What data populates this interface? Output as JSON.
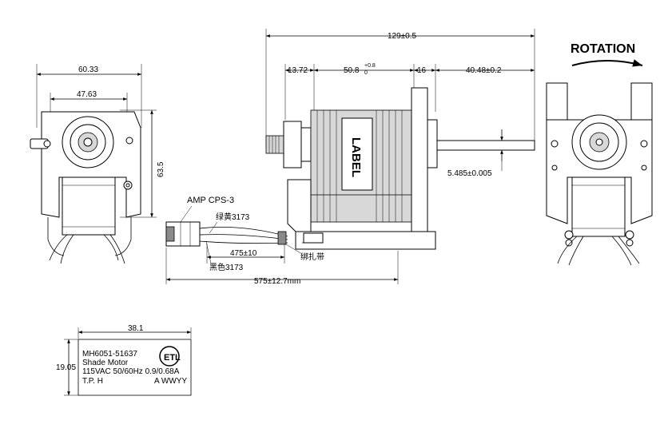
{
  "dimensions": {
    "overall_length": "129±0.5",
    "d_13_72": "13.72",
    "d_50_8": "50.8",
    "d_50_8_tol_upper": "+0.8",
    "d_50_8_tol_lower": "0",
    "d_16": "16",
    "d_40_48": "40.48±0.2",
    "shaft_dia": "5.485±0.005",
    "width_60_33": "60.33",
    "width_47_63": "47.63",
    "height_63_5": "63.5",
    "lead_475": "475±10",
    "lead_575": "575±12.7mm",
    "label_width": "38.1",
    "label_height": "19.05"
  },
  "annotations": {
    "rotation": "ROTATION",
    "connector": "AMP CPS-3",
    "wire_green_yellow": "绿黄3173",
    "wire_black": "黑色3173",
    "cable_tie": "绑扎带",
    "coil_label": "LABEL"
  },
  "nameplate": {
    "model": "MH6051-51637",
    "description": "Shade Motor",
    "rating": "115VAC  50/60Hz  0.9/0.68A",
    "tp": "T.P.  H",
    "date_code": "A WWYY"
  },
  "colors": {
    "line": "#000000",
    "lamination": "#d8d8d8",
    "background": "#ffffff"
  }
}
